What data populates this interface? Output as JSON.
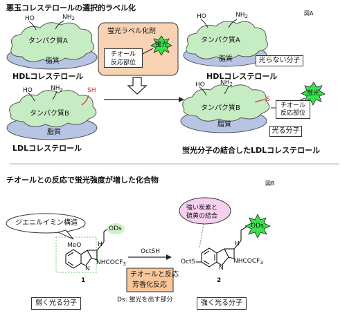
{
  "panel_a": {
    "title": "悪玉コレステロールの選択的ラベル化",
    "fig_label": "図A",
    "hdl": {
      "oh": "HO",
      "nh2": "NH",
      "nh2_sub": "2",
      "protein": "タンパク質A",
      "lipid": "脂質",
      "caption": "HDLコレステロール"
    },
    "ldl": {
      "oh": "HO",
      "nh2": "NH",
      "nh2_sub": "2",
      "sh": "SH",
      "protein": "タンパク質B",
      "lipid": "脂質",
      "caption": "LDLコレステロール"
    },
    "reagent": {
      "title": "蛍光ラベル化剤",
      "star": "蛍光",
      "site_line1": "チオール",
      "site_line2": "反応部位"
    },
    "hdl_product": {
      "oh": "HO",
      "nh2": "NH",
      "nh2_sub": "2",
      "protein": "タンパク質A",
      "lipid": "脂質",
      "caption": "HDLコレステロール",
      "status": "光らない分子"
    },
    "ldl_product": {
      "oh": "HO",
      "nh2": "NH",
      "nh2_sub": "2",
      "s": "S",
      "protein": "タンパク質B",
      "lipid": "脂質",
      "site_line1": "チオール",
      "site_line2": "反応部位",
      "star": "蛍光",
      "status": "光る分子",
      "caption": "蛍光分子の結合したLDLコレステロール"
    },
    "colors": {
      "cloud_green": "#c6ecc4",
      "lipid_blue": "#b7c4e4",
      "reagent_bg": "#f7d3b4",
      "star_green": "#35e34a",
      "sh_red": "#c0392b"
    }
  },
  "panel_b": {
    "title": "チオールとの反応で蛍光強度が増した化合物",
    "fig_label": "図B",
    "callout_left": "ジエニルイミン構造",
    "callout_right_line1": "強い炭素と",
    "callout_right_line2": "硫黄の結合",
    "ods": "ODs",
    "meo": "MeO",
    "h": "H",
    "n": "N",
    "nhcocf3": "NHCOCF",
    "cf3_sub": "3",
    "octs": "OctS",
    "reagent_label": "OctSH",
    "reaction_line1": "チオールと反応",
    "reaction_line2": "芳香化反応",
    "compound1": "1",
    "compound2": "2",
    "ds_note": "Ds: 蛍光を出す部分",
    "weak_label": "弱く光る分子",
    "strong_label": "強く光る分子",
    "colors": {
      "callout_pink": "#f5d0ef",
      "star_green": "#35e34a",
      "reaction_orange": "#f7c79b",
      "ods_green": "#d2f0c8"
    }
  }
}
